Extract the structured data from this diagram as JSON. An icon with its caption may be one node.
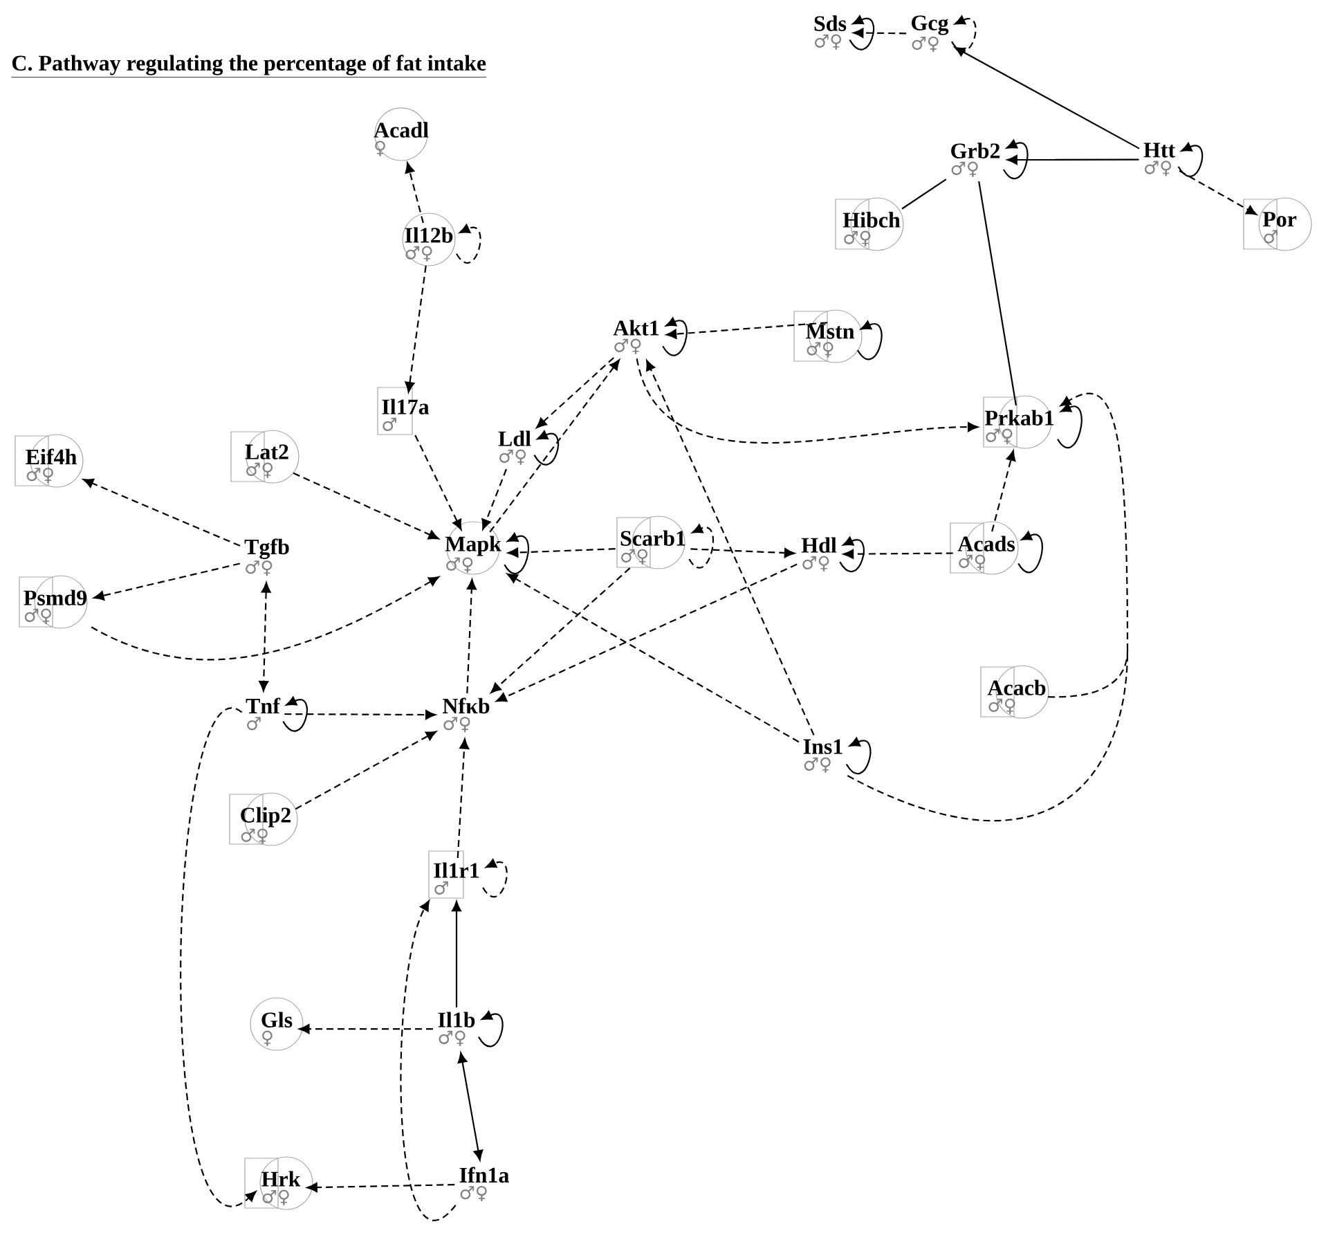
{
  "diagram": {
    "title": "C. Pathway regulating the percentage of fat intake",
    "nodes": [
      {
        "text": [
          "Acadl",
          "♀"
        ]
      },
      {
        "text": [
          "Il12b",
          "♂♀"
        ]
      },
      {
        "text": [
          "Il17a",
          "♂"
        ]
      },
      {
        "text": [
          "Ldl",
          "♂♀"
        ]
      },
      {
        "text": [
          "Akt1",
          "♂♀"
        ]
      },
      {
        "text": [
          "Mstn",
          "♂♀"
        ]
      },
      {
        "text": [
          "Sds",
          "♂♀"
        ]
      },
      {
        "text": [
          "Gcg",
          "♂♀"
        ]
      },
      {
        "text": [
          "Grb2",
          "♂♀"
        ]
      },
      {
        "text": [
          "Htt",
          "♂♀"
        ]
      },
      {
        "text": [
          "Hibch",
          "♂♀"
        ]
      },
      {
        "text": [
          "Por",
          "♂"
        ]
      },
      {
        "text": [
          "Prkab1",
          "♂♀"
        ]
      },
      {
        "text": [
          "Eif4h",
          "♂♀"
        ]
      },
      {
        "text": [
          "Lat2",
          "♂♀"
        ]
      },
      {
        "text": [
          "Tgfb",
          "♂♀"
        ]
      },
      {
        "text": [
          "Psmd9",
          "♂♀"
        ]
      },
      {
        "text": [
          "Mapk",
          "♂♀"
        ]
      },
      {
        "text": [
          "Scarb1",
          "♂♀"
        ]
      },
      {
        "text": [
          "Hdl",
          "♂♀"
        ]
      },
      {
        "text": [
          "Acads",
          "♂♀"
        ]
      },
      {
        "text": [
          "Tnf",
          "♂"
        ]
      },
      {
        "text": [
          "Nfκb",
          "♂♀"
        ]
      },
      {
        "text": [
          "Acacb",
          "♂♀"
        ]
      },
      {
        "text": [
          "Ins1",
          "♂♀"
        ]
      },
      {
        "text": [
          "Clip2",
          "♂♀"
        ]
      },
      {
        "text": [
          "Il1r1",
          "♂"
        ]
      },
      {
        "text": [
          "Gls",
          "♀"
        ]
      },
      {
        "text": [
          "Il1b",
          "♂♀"
        ]
      },
      {
        "text": [
          "Hrk",
          "♂♀"
        ]
      },
      {
        "text": [
          "Ifn1a",
          "♂♀"
        ]
      }
    ],
    "edges": [
      {
        "from": 1,
        "to": 0,
        "arrow": "to",
        "style": "dashed"
      },
      {
        "from": 1,
        "to": 2,
        "arrow": "to",
        "style": "dashed"
      },
      {
        "from": 1,
        "to": 1,
        "arrow": "to",
        "style": "dashed"
      },
      {
        "from": 2,
        "to": 17,
        "arrow": "to",
        "style": "dashed"
      },
      {
        "from": 3,
        "to": 17,
        "arrow": "to",
        "style": "dashed"
      },
      {
        "from": 3,
        "to": 3,
        "arrow": "to"
      },
      {
        "from": 4,
        "to": 3,
        "arrow": "to",
        "style": "dashed"
      },
      {
        "from": 17,
        "to": 4,
        "arrow": "to",
        "style": "dashed"
      },
      {
        "from": 4,
        "to": 4,
        "arrow": "to"
      },
      {
        "from": 5,
        "to": 4,
        "arrow": "to",
        "style": "dashed"
      },
      {
        "from": 5,
        "to": 5,
        "arrow": "to"
      },
      {
        "from": 4,
        "to": 12,
        "arrow": "to",
        "style": "dashed"
      },
      {
        "from": 24,
        "to": 4,
        "arrow": "to",
        "style": "dashed"
      },
      {
        "from": 24,
        "to": 17,
        "arrow": "to",
        "style": "dashed"
      },
      {
        "from": 24,
        "to": 12,
        "arrow": "to",
        "style": "dashed"
      },
      {
        "from": 23,
        "to": 12,
        "arrow": "to",
        "style": "dashed"
      },
      {
        "from": 24,
        "to": 24,
        "arrow": "to"
      },
      {
        "from": 7,
        "to": 6,
        "arrow": "to",
        "style": "dashed"
      },
      {
        "from": 6,
        "to": 6,
        "arrow": "to"
      },
      {
        "from": 7,
        "to": 7,
        "arrow": "to",
        "style": "dashed"
      },
      {
        "from": 9,
        "to": 7,
        "arrow": "to"
      },
      {
        "from": 9,
        "to": 8,
        "arrow": "to"
      },
      {
        "from": 8,
        "to": 8,
        "arrow": "to"
      },
      {
        "from": 9,
        "to": 9,
        "arrow": "to"
      },
      {
        "from": 9,
        "to": 11,
        "arrow": "to",
        "style": "dashed"
      },
      {
        "from": 8,
        "to": 10,
        "arrow": "none"
      },
      {
        "from": 8,
        "to": 12,
        "arrow": "none"
      },
      {
        "from": 12,
        "to": 12,
        "arrow": "to"
      },
      {
        "from": 20,
        "to": 12,
        "arrow": "to",
        "style": "dashed"
      },
      {
        "from": 20,
        "to": 19,
        "arrow": "to",
        "style": "dashed"
      },
      {
        "from": 20,
        "to": 20,
        "arrow": "to"
      },
      {
        "from": 18,
        "to": 19,
        "arrow": "to",
        "style": "dashed"
      },
      {
        "from": 18,
        "to": 17,
        "arrow": "to",
        "style": "dashed"
      },
      {
        "from": 18,
        "to": 18,
        "arrow": "to",
        "style": "dashed"
      },
      {
        "from": 18,
        "to": 22,
        "arrow": "to",
        "style": "dashed"
      },
      {
        "from": 19,
        "to": 22,
        "arrow": "to",
        "style": "dashed"
      },
      {
        "from": 19,
        "to": 19,
        "arrow": "to"
      },
      {
        "from": 14,
        "to": 17,
        "arrow": "to",
        "style": "dashed"
      },
      {
        "from": 15,
        "to": 13,
        "arrow": "to",
        "style": "dashed"
      },
      {
        "from": 15,
        "to": 16,
        "arrow": "to",
        "style": "dashed"
      },
      {
        "from": 16,
        "to": 17,
        "arrow": "to",
        "style": "dashed"
      },
      {
        "from": 15,
        "to": 21,
        "arrow": "both",
        "style": "dashed"
      },
      {
        "from": 21,
        "to": 22,
        "arrow": "to",
        "style": "dashed"
      },
      {
        "from": 21,
        "to": 21,
        "arrow": "to"
      },
      {
        "from": 22,
        "to": 17,
        "arrow": "to",
        "style": "dashed"
      },
      {
        "from": 25,
        "to": 22,
        "arrow": "to",
        "style": "dashed"
      },
      {
        "from": 26,
        "to": 22,
        "arrow": "to",
        "style": "dashed"
      },
      {
        "from": 26,
        "to": 26,
        "arrow": "to",
        "style": "dashed"
      },
      {
        "from": 28,
        "to": 26,
        "arrow": "to"
      },
      {
        "from": 28,
        "to": 28,
        "arrow": "to"
      },
      {
        "from": 28,
        "to": 30,
        "arrow": "both"
      },
      {
        "from": 28,
        "to": 27,
        "arrow": "to",
        "style": "dashed"
      },
      {
        "from": 30,
        "to": 29,
        "arrow": "to",
        "style": "dashed"
      },
      {
        "from": 30,
        "to": 26,
        "arrow": "to",
        "style": "dashed"
      },
      {
        "from": 21,
        "to": 29,
        "arrow": "to",
        "style": "dashed"
      },
      {
        "from": 17,
        "to": 17,
        "arrow": "to"
      }
    ]
  }
}
